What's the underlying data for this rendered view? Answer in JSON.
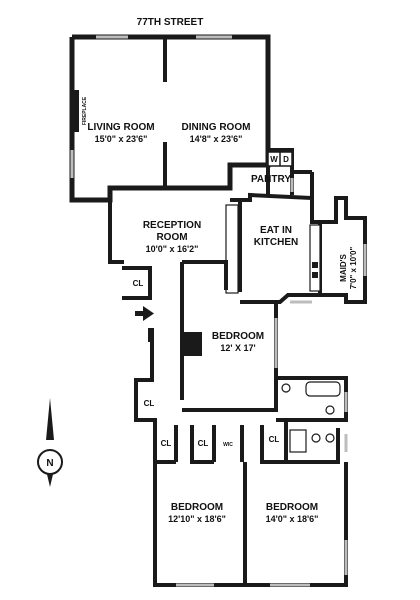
{
  "street": "77TH STREET",
  "rooms": {
    "living": {
      "name": "LIVING ROOM",
      "dims": "15'0\" x 23'6\""
    },
    "dining": {
      "name": "DINING ROOM",
      "dims": "14'8\" x 23'6\""
    },
    "reception": {
      "name_line1": "RECEPTION",
      "name_line2": "ROOM",
      "dims": "10'0\" x 16'2\""
    },
    "kitchen": {
      "name_line1": "EAT IN",
      "name_line2": "KITCHEN"
    },
    "maids": {
      "name": "MAID'S",
      "dims": "7'0\" x 10'0\""
    },
    "bedroom_center": {
      "name": "BEDROOM",
      "dims": "12' X 17'"
    },
    "bedroom_left": {
      "name": "BEDROOM",
      "dims": "12'10\" x 18'6\""
    },
    "bedroom_right": {
      "name": "BEDROOM",
      "dims": "14'0\" x 18'6\""
    },
    "pantry": {
      "name": "PANTRY"
    }
  },
  "labels": {
    "fireplace": "FIREPLACE",
    "closet": "CL",
    "wic": "WIC",
    "washer": "W",
    "dryer": "D",
    "compass": "N"
  },
  "colors": {
    "wall": "#1a1a1a",
    "window": "#bdbdbd",
    "background": "#ffffff"
  }
}
